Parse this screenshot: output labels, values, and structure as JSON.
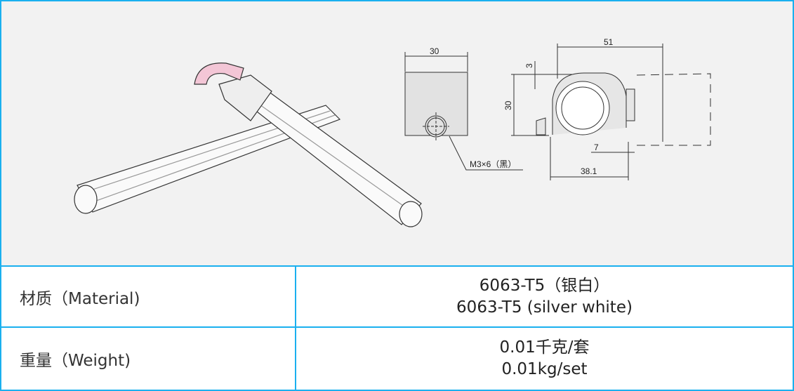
{
  "drawing": {
    "front_view": {
      "width_dim": "30",
      "screw_note": "M3×6（黑）"
    },
    "side_view": {
      "top_dim": "51",
      "thickness_dim": "3",
      "height_dim": "30",
      "offset_dim": "7",
      "bottom_dim": "38.1"
    }
  },
  "spec_table": {
    "rows": [
      {
        "label": "材质（Material)",
        "value_cn": "6063-T5（银白）",
        "value_en": "6063-T5 (silver white)"
      },
      {
        "label": "重量（Weight)",
        "value_cn": "0.01千克/套",
        "value_en": "0.01kg/set"
      }
    ]
  },
  "colors": {
    "border": "#1ab0ef",
    "figure_bg": "#f2f2f2",
    "clamp": "#f3c6d6"
  }
}
